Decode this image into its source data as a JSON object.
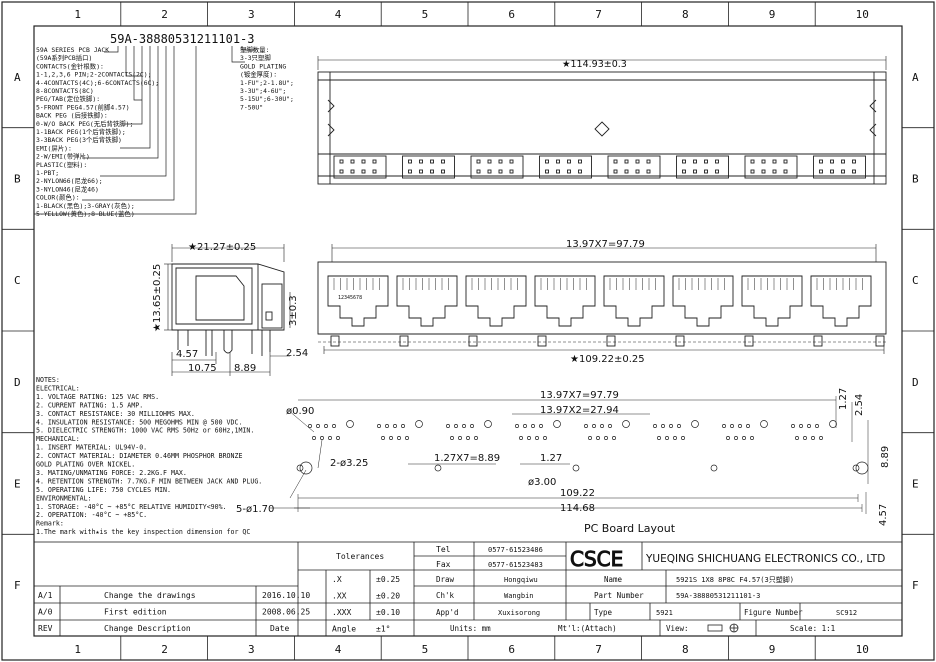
{
  "border": {
    "columns": [
      "1",
      "2",
      "3",
      "4",
      "5",
      "6",
      "7",
      "8",
      "9",
      "10"
    ],
    "rows": [
      "A",
      "B",
      "C",
      "D",
      "E",
      "F"
    ]
  },
  "part_code": {
    "code": "59A-38880531211101-3",
    "left_items": [
      "59A SERIES PCB JACK",
      "(59A系列PCB插口)",
      "CONTACTS(金针根数):",
      "1-1,2,3,6 PIN;2-2CONTACTS(2C);",
      "4-4CONTACTS(4C);6-6CONTACTS(6C);",
      "8-8CONTACTS(8C)",
      "PEG/TAB(定位铁脚):",
      "5-FRONT PEG4.57(前脚4.57)",
      "BACK PEG (后接铁脚):",
      "0-W/O BACK PEG(无后背铁脚);",
      "1-1BACK PEG(1个后背铁脚);",
      "3-3BACK PEG(3个后背铁脚)",
      "EMI(屏片):",
      "2-W/EMI(带弹片)",
      "PLASTIC(塑料):",
      "1-PBT;",
      "2-NYLON66(尼龙66);",
      "3-NYLON46(尼龙46)",
      "COLOR(颜色):",
      "1-BLACK(黑色);3-GRAY(灰色);",
      "5-YELLOW(黄色);8-BLUE(蓝色)"
    ],
    "right_items": [
      "塑脚数量:",
      "3-3只塑脚",
      "GOLD PLATING",
      "(镀金厚度):",
      "1-FU\";2-1.8U\";",
      "3-3U\";4-6U\";",
      "5-15U\";6-30U\";",
      "7-50U\""
    ]
  },
  "dims": {
    "top_width": "★114.93±0.3",
    "front_pitch": "13.97X7=97.79",
    "front_width": "★109.22±0.25",
    "side_width": "★21.27±0.25",
    "side_height": "★13.65±0.25",
    "side_peg": "3±0.3",
    "side_a": "4.57",
    "side_b": "10.75",
    "side_c": "8.89",
    "side_d": "2.54",
    "pin_numbers": "12345678"
  },
  "notes": {
    "lines": [
      "NOTES:",
      "ELECTRICAL:",
      "1. VOLTAGE RATING: 125 VAC RMS.",
      "2. CURRENT RATING: 1.5 AMP.",
      "3. CONTACT RESISTANCE: 30 MILLIOHMS MAX.",
      "4. INSULATION RESISTANCE: 500 MEGOHMS MIN @ 500 VDC.",
      "5. DIELECTRIC STRENGTH: 1000 VAC RMS 50Hz or 60Hz,1MIN.",
      "MECHANICAL:",
      "1. INSERT MATERIAL: UL94V-0.",
      "2. CONTACT MATERIAL: DIAMETER 0.46MM PHOSPHOR BRONZE",
      "   GOLD PLATING OVER NICKEL.",
      "3. MATING/UNMATING FORCE: 2.2KG.F MAX.",
      "4. RETENTION STRENGTH: 7.7KG.F MIN BETWEEN JACK AND PLUG.",
      "5. OPERATING LIFE: 750 CYCLES MIN.",
      "ENVIRONMENTAL:",
      "1. STORAGE: -40°C ~ +85°C RELATIVE HUMIDITY<90%.",
      "2. OPERATION: -40°C ~ +85°C.",
      "Remark:",
      "1.The mark with★is the key inspection dimension for QC"
    ]
  },
  "pcb": {
    "title": "PC Board Layout",
    "d_pitch_total": "13.97X7=97.79",
    "d_pitch_two": "13.97X2=27.94",
    "d_hole_small": "ø0.90",
    "d_hole_peg": "2-ø3.25",
    "d_pin_pitch": "1.27X7=8.89",
    "d_pin_single": "1.27",
    "d_hole_mid": "ø3.00",
    "d_width_inner": "109.22",
    "d_width_outer": "114.68",
    "d_hole_front": "5-ø1.70",
    "d_r1": "1.27",
    "d_r2": "2.54",
    "d_r3": "8.89",
    "d_r4": "4.57"
  },
  "title_block": {
    "tolerances_label": "Tolerances",
    "tol_rows": [
      {
        "k": ".X",
        "v": "±0.25"
      },
      {
        "k": ".XX",
        "v": "±0.20"
      },
      {
        "k": ".XXX",
        "v": "±0.10"
      },
      {
        "k": "Angle",
        "v": "±1°"
      }
    ],
    "tel_label": "Tel",
    "tel_value": "0577-61523486",
    "fax_label": "Fax",
    "fax_value": "0577-61523483",
    "logo": "CSCE",
    "company": "YUEQING SHICHUANG ELECTRONICS CO., LTD",
    "draw_label": "Draw",
    "draw_value": "Hongqiwu",
    "chk_label": "Ch'k",
    "chk_value": "Wangbin",
    "appd_label": "App'd",
    "appd_value": "Xuxisorong",
    "name_label": "Name",
    "name_value": "5921S 1X8 8P8C F4.57(3只塑脚)",
    "partnum_label": "Part Number",
    "partnum_value": "59A-38880531211101-3",
    "type_label": "Type",
    "type_value": "5921",
    "figure_label": "Figure Number",
    "figure_value": "SC912",
    "units_label": "Units: mm",
    "mt_label": "Mt'l:(Attach)",
    "view_label": "View:",
    "scale_label": "Scale: 1:1",
    "revisions": [
      {
        "rev": "A/1",
        "desc": "Change the drawings",
        "date": "2016.10.10"
      },
      {
        "rev": "A/0",
        "desc": "First edition",
        "date": "2008.06.25"
      }
    ],
    "rev_header": "REV",
    "desc_header": "Change Description",
    "date_header": "Date"
  }
}
